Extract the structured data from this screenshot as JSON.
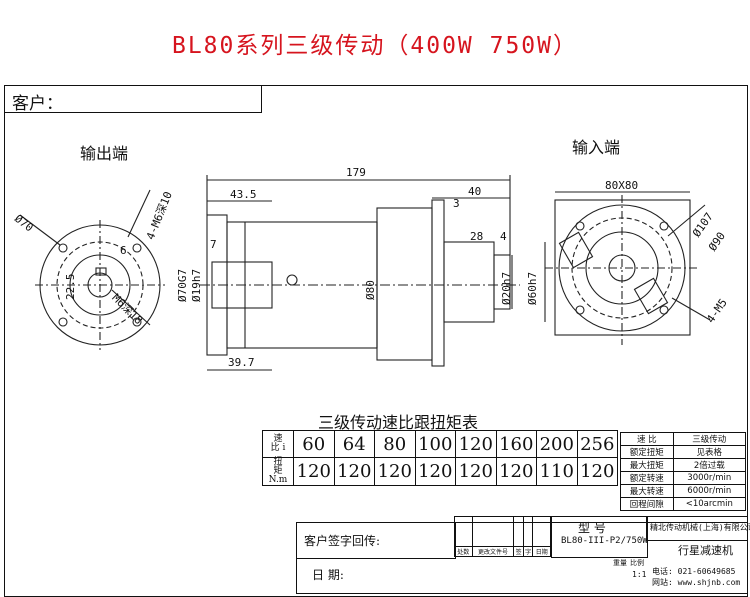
{
  "title": "BL80系列三级传动（400W 750W）",
  "customer_label": "客户：",
  "views": {
    "output_end": "输出端",
    "input_end": "输入端"
  },
  "dims": {
    "overall_length": "179",
    "output_shaft_len": "43.5",
    "input_len": "40",
    "flange_thk": "3",
    "input_shaft_len": "28",
    "input_shaft_len_b": "4",
    "output_len": "39.7",
    "step": "7",
    "body_dia": "Ø80",
    "shaft_dia_out": "Ø70G7",
    "shaft_dia_out2": "Ø19h7",
    "input_bore": "Ø20h7",
    "input_pilot": "Ø60h7",
    "pcd_out": "Ø70",
    "key_w": "6",
    "key_h": "22.5",
    "tap_out": "4-M6深10",
    "tap_out2": "M6深18",
    "square": "80X80",
    "pcd_in": "Ø107",
    "pcd_in2": "Ø90",
    "tap_in": "4-M5"
  },
  "ratio_table": {
    "caption": "三级传动速比跟扭矩表",
    "ratio_header": [
      "速",
      "比",
      "i"
    ],
    "torque_header": [
      "扭",
      "矩",
      "N.m"
    ],
    "ratios": [
      "60",
      "64",
      "80",
      "100",
      "120",
      "160",
      "200",
      "256"
    ],
    "torques": [
      "120",
      "120",
      "120",
      "120",
      "120",
      "120",
      "110",
      "120"
    ]
  },
  "spec_table": [
    [
      "速    比",
      "三级传动"
    ],
    [
      "额定扭矩",
      "见表格"
    ],
    [
      "最大扭矩",
      "2倍过载"
    ],
    [
      "额定转速",
      "3000r/min"
    ],
    [
      "最大转速",
      "6000r/min"
    ],
    [
      "回程间隙",
      "<10arcmin"
    ]
  ],
  "title_block": {
    "customer_sign": "客户签字回传:",
    "date": "日    期:",
    "model_label": "型    号",
    "model_value": "BL80-III-P2/750W",
    "company": "精北传动机械(上海)有限公司",
    "product": "行星减速机",
    "phone": "电话: 021-60649685",
    "website": "网站: www.shjnb.com",
    "rev_headers": [
      "处数",
      "更改文件号",
      "签",
      "字",
      "日期"
    ],
    "weight_label": "重量",
    "scale_label": "比例",
    "scale_value": "1:1"
  }
}
